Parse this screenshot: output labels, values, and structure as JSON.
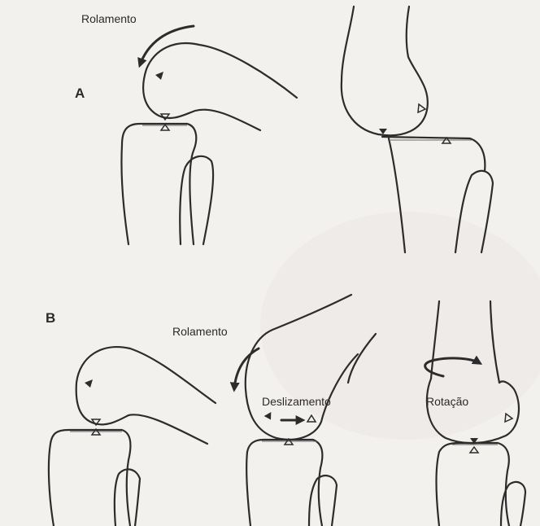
{
  "labels": {
    "panel_a": "A",
    "panel_b": "B",
    "rolling_a": "Rolamento",
    "rolling_b": "Rolamento",
    "sliding": "Deslizamento",
    "rotation": "Rotação"
  },
  "colors": {
    "background": "#f3f1ee",
    "ink": "#2c2c2c"
  }
}
